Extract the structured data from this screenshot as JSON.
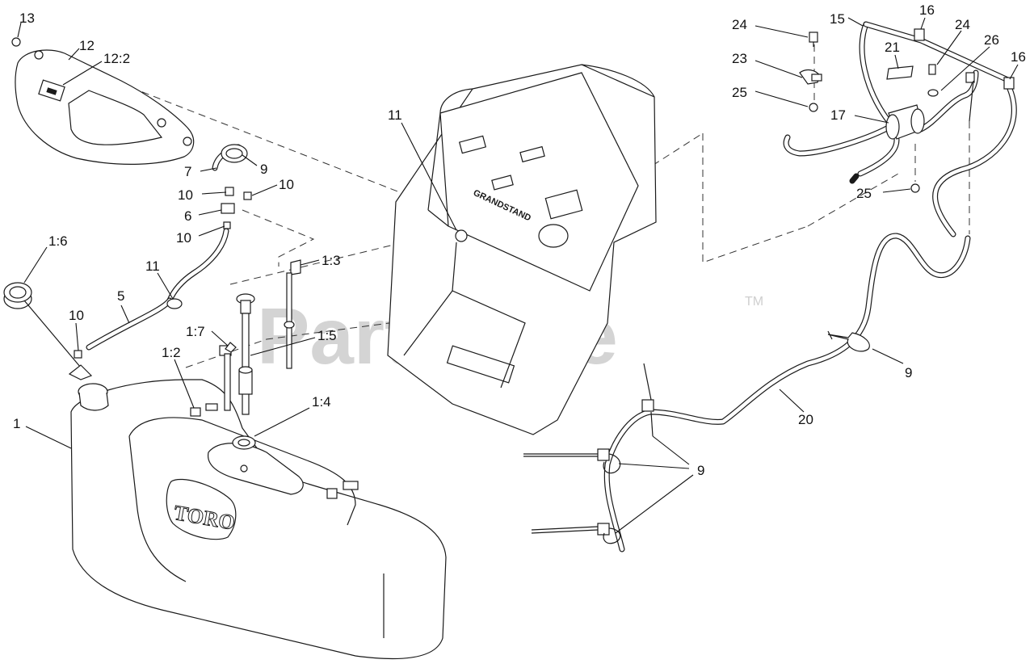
{
  "watermark": {
    "text": "PartsTree",
    "trademark": "TM"
  },
  "labels": {
    "13": "13",
    "12": "12",
    "12_2": "12:2",
    "7": "7",
    "9_upper": "9",
    "10_a": "10",
    "10_b": "10",
    "6": "6",
    "10_c": "10",
    "1_6": "1:6",
    "11_left": "11",
    "5": "5",
    "1_3": "1:3",
    "10_d": "10",
    "1_7": "1:7",
    "1_5": "1:5",
    "1_2": "1:2",
    "1_4": "1:4",
    "1": "1",
    "11_center": "11",
    "24_a": "24",
    "15": "15",
    "16_a": "16",
    "24_b": "24",
    "26": "26",
    "21": "21",
    "16_b": "16",
    "23": "23",
    "25_a": "25",
    "17": "17",
    "25_b": "25",
    "9_right": "9",
    "20": "20",
    "9_bottom": "9"
  },
  "tank_logo": "TORO",
  "console_brand": "GRANDSTAND"
}
